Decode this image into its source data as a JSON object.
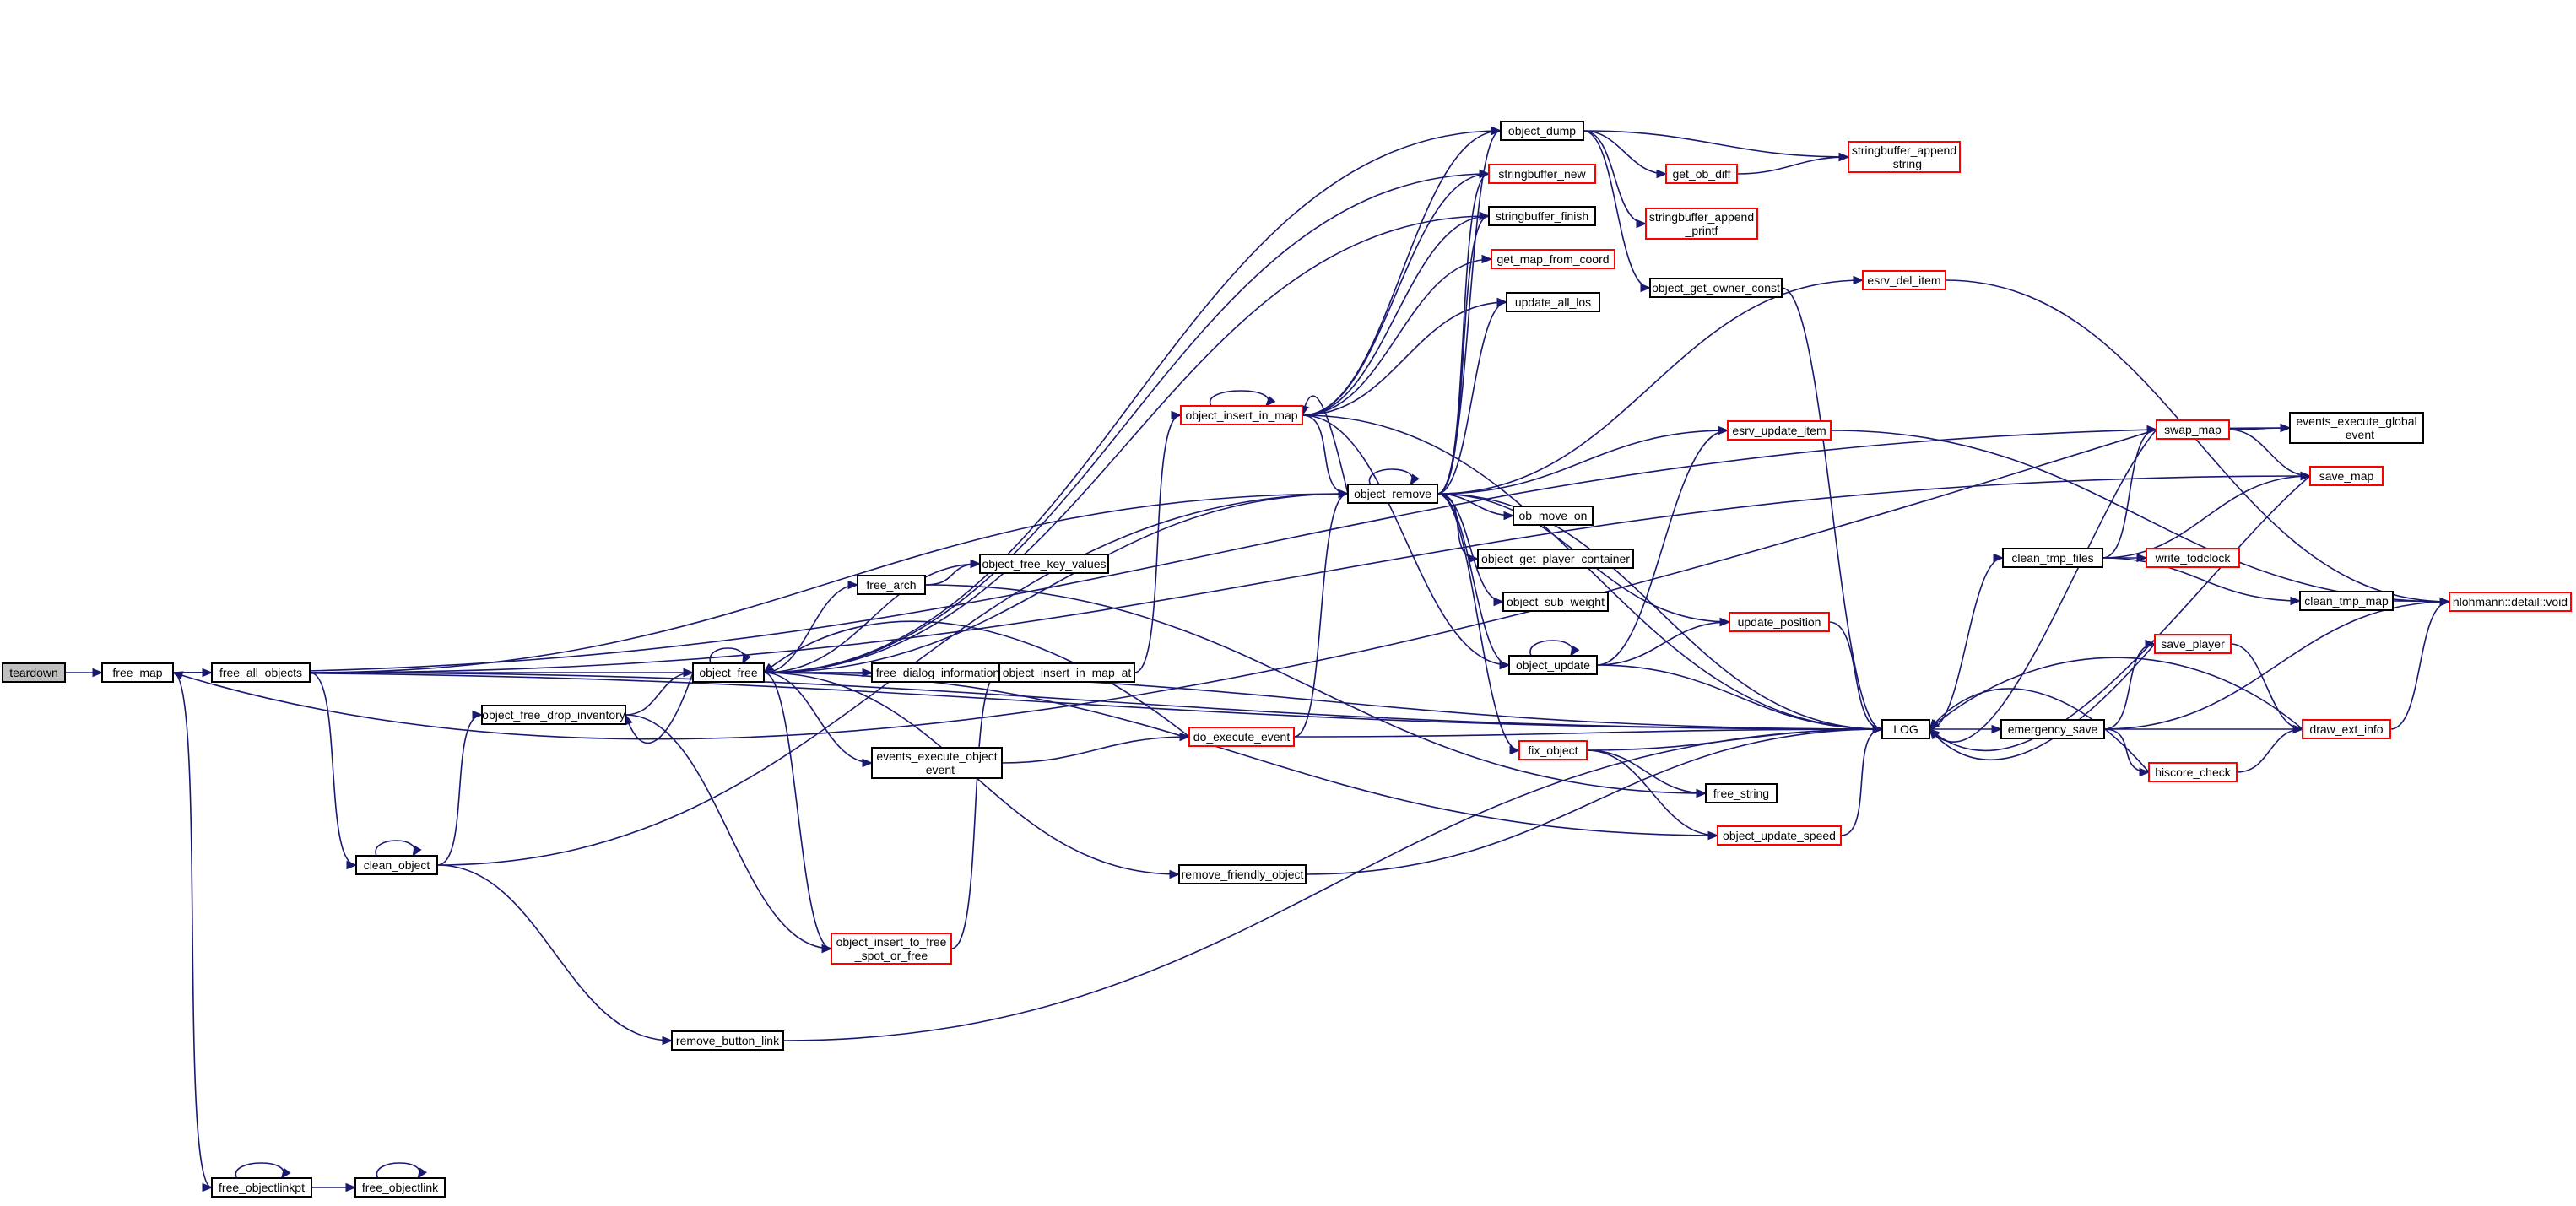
{
  "graph": {
    "colors": {
      "edge": "#191970",
      "node_border_normal": "#000000",
      "node_border_truncated": "#ff0000",
      "root_fill": "#bfbfbf",
      "node_fill": "#ffffff"
    },
    "nodes": [
      {
        "id": "teardown",
        "lines": [
          "teardown"
        ],
        "style": "root"
      },
      {
        "id": "free_map",
        "lines": [
          "free_map"
        ],
        "style": "normal"
      },
      {
        "id": "free_all_objects",
        "lines": [
          "free_all_objects"
        ],
        "style": "normal"
      },
      {
        "id": "free_objectlinkpt",
        "lines": [
          "free_objectlinkpt"
        ],
        "style": "normal"
      },
      {
        "id": "free_objectlink",
        "lines": [
          "free_objectlink"
        ],
        "style": "normal"
      },
      {
        "id": "clean_object",
        "lines": [
          "clean_object"
        ],
        "style": "normal"
      },
      {
        "id": "object_free_drop_inventory",
        "lines": [
          "object_free_drop_inventory"
        ],
        "style": "normal"
      },
      {
        "id": "remove_button_link",
        "lines": [
          "remove_button_link"
        ],
        "style": "normal"
      },
      {
        "id": "object_free",
        "lines": [
          "object_free"
        ],
        "style": "normal"
      },
      {
        "id": "free_arch",
        "lines": [
          "free_arch"
        ],
        "style": "normal"
      },
      {
        "id": "free_dialog_information",
        "lines": [
          "free_dialog_information"
        ],
        "style": "normal"
      },
      {
        "id": "events_execute_object_event",
        "lines": [
          "events_execute_object",
          "_event"
        ],
        "style": "normal"
      },
      {
        "id": "object_insert_to_free_spot_or_free",
        "lines": [
          "object_insert_to_free",
          "_spot_or_free"
        ],
        "style": "truncated"
      },
      {
        "id": "object_free_key_values",
        "lines": [
          "object_free_key_values"
        ],
        "style": "normal"
      },
      {
        "id": "object_insert_in_map_at",
        "lines": [
          "object_insert_in_map_at"
        ],
        "style": "normal"
      },
      {
        "id": "do_execute_event",
        "lines": [
          "do_execute_event"
        ],
        "style": "truncated"
      },
      {
        "id": "remove_friendly_object",
        "lines": [
          "remove_friendly_object"
        ],
        "style": "normal"
      },
      {
        "id": "object_insert_in_map",
        "lines": [
          "object_insert_in_map"
        ],
        "style": "truncated"
      },
      {
        "id": "object_remove",
        "lines": [
          "object_remove"
        ],
        "style": "normal"
      },
      {
        "id": "object_dump",
        "lines": [
          "object_dump"
        ],
        "style": "normal"
      },
      {
        "id": "stringbuffer_new",
        "lines": [
          "stringbuffer_new"
        ],
        "style": "truncated"
      },
      {
        "id": "stringbuffer_finish",
        "lines": [
          "stringbuffer_finish"
        ],
        "style": "normal"
      },
      {
        "id": "get_map_from_coord",
        "lines": [
          "get_map_from_coord"
        ],
        "style": "truncated"
      },
      {
        "id": "update_all_los",
        "lines": [
          "update_all_los"
        ],
        "style": "normal"
      },
      {
        "id": "ob_move_on",
        "lines": [
          "ob_move_on"
        ],
        "style": "normal"
      },
      {
        "id": "object_get_player_container",
        "lines": [
          "object_get_player_container"
        ],
        "style": "normal"
      },
      {
        "id": "object_sub_weight",
        "lines": [
          "object_sub_weight"
        ],
        "style": "normal"
      },
      {
        "id": "object_update",
        "lines": [
          "object_update"
        ],
        "style": "normal"
      },
      {
        "id": "fix_object",
        "lines": [
          "fix_object"
        ],
        "style": "truncated"
      },
      {
        "id": "get_ob_diff",
        "lines": [
          "get_ob_diff"
        ],
        "style": "truncated"
      },
      {
        "id": "stringbuffer_append_printf",
        "lines": [
          "stringbuffer_append",
          "_printf"
        ],
        "style": "truncated"
      },
      {
        "id": "stringbuffer_append_string",
        "lines": [
          "stringbuffer_append",
          "_string"
        ],
        "style": "truncated"
      },
      {
        "id": "object_get_owner_const",
        "lines": [
          "object_get_owner_const"
        ],
        "style": "normal"
      },
      {
        "id": "esrv_del_item",
        "lines": [
          "esrv_del_item"
        ],
        "style": "truncated"
      },
      {
        "id": "esrv_update_item",
        "lines": [
          "esrv_update_item"
        ],
        "style": "truncated"
      },
      {
        "id": "update_position",
        "lines": [
          "update_position"
        ],
        "style": "truncated"
      },
      {
        "id": "free_string",
        "lines": [
          "free_string"
        ],
        "style": "normal"
      },
      {
        "id": "object_update_speed",
        "lines": [
          "object_update_speed"
        ],
        "style": "truncated"
      },
      {
        "id": "LOG",
        "lines": [
          "LOG"
        ],
        "style": "normal"
      },
      {
        "id": "clean_tmp_files",
        "lines": [
          "clean_tmp_files"
        ],
        "style": "normal"
      },
      {
        "id": "emergency_save",
        "lines": [
          "emergency_save"
        ],
        "style": "normal"
      },
      {
        "id": "swap_map",
        "lines": [
          "swap_map"
        ],
        "style": "truncated"
      },
      {
        "id": "events_execute_global_event",
        "lines": [
          "events_execute_global",
          "_event"
        ],
        "style": "normal"
      },
      {
        "id": "save_map",
        "lines": [
          "save_map"
        ],
        "style": "truncated"
      },
      {
        "id": "write_todclock",
        "lines": [
          "write_todclock"
        ],
        "style": "truncated"
      },
      {
        "id": "clean_tmp_map",
        "lines": [
          "clean_tmp_map"
        ],
        "style": "normal"
      },
      {
        "id": "save_player",
        "lines": [
          "save_player"
        ],
        "style": "truncated"
      },
      {
        "id": "hiscore_check",
        "lines": [
          "hiscore_check"
        ],
        "style": "truncated"
      },
      {
        "id": "draw_ext_info",
        "lines": [
          "draw_ext_info"
        ],
        "style": "truncated"
      },
      {
        "id": "nlohmann_detail_void",
        "lines": [
          "nlohmann::detail::void"
        ],
        "style": "truncated"
      }
    ],
    "edges": [
      [
        "teardown",
        "free_map"
      ],
      [
        "free_map",
        "free_all_objects"
      ],
      [
        "free_map",
        "free_objectlinkpt"
      ],
      [
        "free_map",
        "LOG"
      ],
      [
        "free_map",
        "events_execute_global_event"
      ],
      [
        "free_objectlinkpt",
        "free_objectlinkpt"
      ],
      [
        "free_objectlinkpt",
        "free_objectlink"
      ],
      [
        "free_objectlink",
        "free_objectlink"
      ],
      [
        "free_all_objects",
        "object_free"
      ],
      [
        "free_all_objects",
        "clean_object"
      ],
      [
        "free_all_objects",
        "LOG"
      ],
      [
        "free_all_objects",
        "object_remove"
      ],
      [
        "free_all_objects",
        "save_map"
      ],
      [
        "clean_object",
        "clean_object"
      ],
      [
        "clean_object",
        "object_free_drop_inventory"
      ],
      [
        "clean_object",
        "remove_button_link"
      ],
      [
        "clean_object",
        "object_remove"
      ],
      [
        "object_free_drop_inventory",
        "object_free"
      ],
      [
        "object_free_drop_inventory",
        "object_insert_to_free_spot_or_free"
      ],
      [
        "remove_button_link",
        "LOG"
      ],
      [
        "object_free",
        "object_free"
      ],
      [
        "object_free",
        "object_free_drop_inventory"
      ],
      [
        "object_free",
        "free_arch"
      ],
      [
        "object_free",
        "free_dialog_information"
      ],
      [
        "object_free",
        "events_execute_object_event"
      ],
      [
        "object_free",
        "object_insert_to_free_spot_or_free"
      ],
      [
        "object_free",
        "object_free_key_values"
      ],
      [
        "object_free",
        "object_insert_in_map_at"
      ],
      [
        "object_free",
        "remove_friendly_object"
      ],
      [
        "object_free",
        "object_dump"
      ],
      [
        "object_free",
        "stringbuffer_new"
      ],
      [
        "object_free",
        "stringbuffer_finish"
      ],
      [
        "object_free",
        "object_remove"
      ],
      [
        "object_free",
        "LOG"
      ],
      [
        "object_free",
        "object_update_speed"
      ],
      [
        "free_arch",
        "object_free_key_values"
      ],
      [
        "free_arch",
        "free_string"
      ],
      [
        "events_execute_object_event",
        "do_execute_event"
      ],
      [
        "object_insert_to_free_spot_or_free",
        "object_insert_in_map_at"
      ],
      [
        "object_insert_in_map_at",
        "object_insert_in_map"
      ],
      [
        "do_execute_event",
        "object_free"
      ],
      [
        "do_execute_event",
        "object_remove"
      ],
      [
        "do_execute_event",
        "LOG"
      ],
      [
        "remove_friendly_object",
        "LOG"
      ],
      [
        "object_insert_in_map",
        "object_insert_in_map"
      ],
      [
        "object_insert_in_map",
        "object_dump"
      ],
      [
        "object_insert_in_map",
        "stringbuffer_new"
      ],
      [
        "object_insert_in_map",
        "stringbuffer_finish"
      ],
      [
        "object_insert_in_map",
        "get_map_from_coord"
      ],
      [
        "object_insert_in_map",
        "update_all_los"
      ],
      [
        "object_insert_in_map",
        "object_remove"
      ],
      [
        "object_insert_in_map",
        "object_update"
      ],
      [
        "object_insert_in_map",
        "LOG"
      ],
      [
        "object_remove",
        "object_remove"
      ],
      [
        "object_remove",
        "object_dump"
      ],
      [
        "object_remove",
        "stringbuffer_new"
      ],
      [
        "object_remove",
        "stringbuffer_finish"
      ],
      [
        "object_remove",
        "object_insert_in_map"
      ],
      [
        "object_remove",
        "update_all_los"
      ],
      [
        "object_remove",
        "ob_move_on"
      ],
      [
        "object_remove",
        "object_get_player_container"
      ],
      [
        "object_remove",
        "object_sub_weight"
      ],
      [
        "object_remove",
        "object_update"
      ],
      [
        "object_remove",
        "fix_object"
      ],
      [
        "object_remove",
        "esrv_del_item"
      ],
      [
        "object_remove",
        "esrv_update_item"
      ],
      [
        "object_remove",
        "update_position"
      ],
      [
        "object_remove",
        "LOG"
      ],
      [
        "object_dump",
        "get_ob_diff"
      ],
      [
        "object_dump",
        "stringbuffer_append_printf"
      ],
      [
        "object_dump",
        "stringbuffer_append_string"
      ],
      [
        "object_dump",
        "object_get_owner_const"
      ],
      [
        "get_ob_diff",
        "stringbuffer_append_string"
      ],
      [
        "object_get_owner_const",
        "LOG"
      ],
      [
        "object_update",
        "object_update"
      ],
      [
        "object_update",
        "esrv_update_item"
      ],
      [
        "object_update",
        "update_position"
      ],
      [
        "object_update",
        "LOG"
      ],
      [
        "fix_object",
        "free_string"
      ],
      [
        "fix_object",
        "object_update_speed"
      ],
      [
        "fix_object",
        "LOG"
      ],
      [
        "esrv_del_item",
        "nlohmann_detail_void"
      ],
      [
        "esrv_update_item",
        "nlohmann_detail_void"
      ],
      [
        "update_position",
        "LOG"
      ],
      [
        "object_update_speed",
        "LOG"
      ],
      [
        "LOG",
        "clean_tmp_files"
      ],
      [
        "LOG",
        "emergency_save"
      ],
      [
        "clean_tmp_files",
        "swap_map"
      ],
      [
        "clean_tmp_files",
        "save_map"
      ],
      [
        "clean_tmp_files",
        "write_todclock"
      ],
      [
        "clean_tmp_files",
        "clean_tmp_map"
      ],
      [
        "clean_tmp_map",
        "nlohmann_detail_void"
      ],
      [
        "swap_map",
        "LOG"
      ],
      [
        "swap_map",
        "events_execute_global_event"
      ],
      [
        "swap_map",
        "save_map"
      ],
      [
        "swap_map",
        "free_map"
      ],
      [
        "save_map",
        "LOG"
      ],
      [
        "emergency_save",
        "save_player"
      ],
      [
        "emergency_save",
        "hiscore_check"
      ],
      [
        "emergency_save",
        "draw_ext_info"
      ],
      [
        "emergency_save",
        "nlohmann_detail_void"
      ],
      [
        "save_player",
        "LOG"
      ],
      [
        "save_player",
        "draw_ext_info"
      ],
      [
        "hiscore_check",
        "LOG"
      ],
      [
        "hiscore_check",
        "draw_ext_info"
      ],
      [
        "draw_ext_info",
        "LOG"
      ],
      [
        "draw_ext_info",
        "nlohmann_detail_void"
      ]
    ]
  }
}
